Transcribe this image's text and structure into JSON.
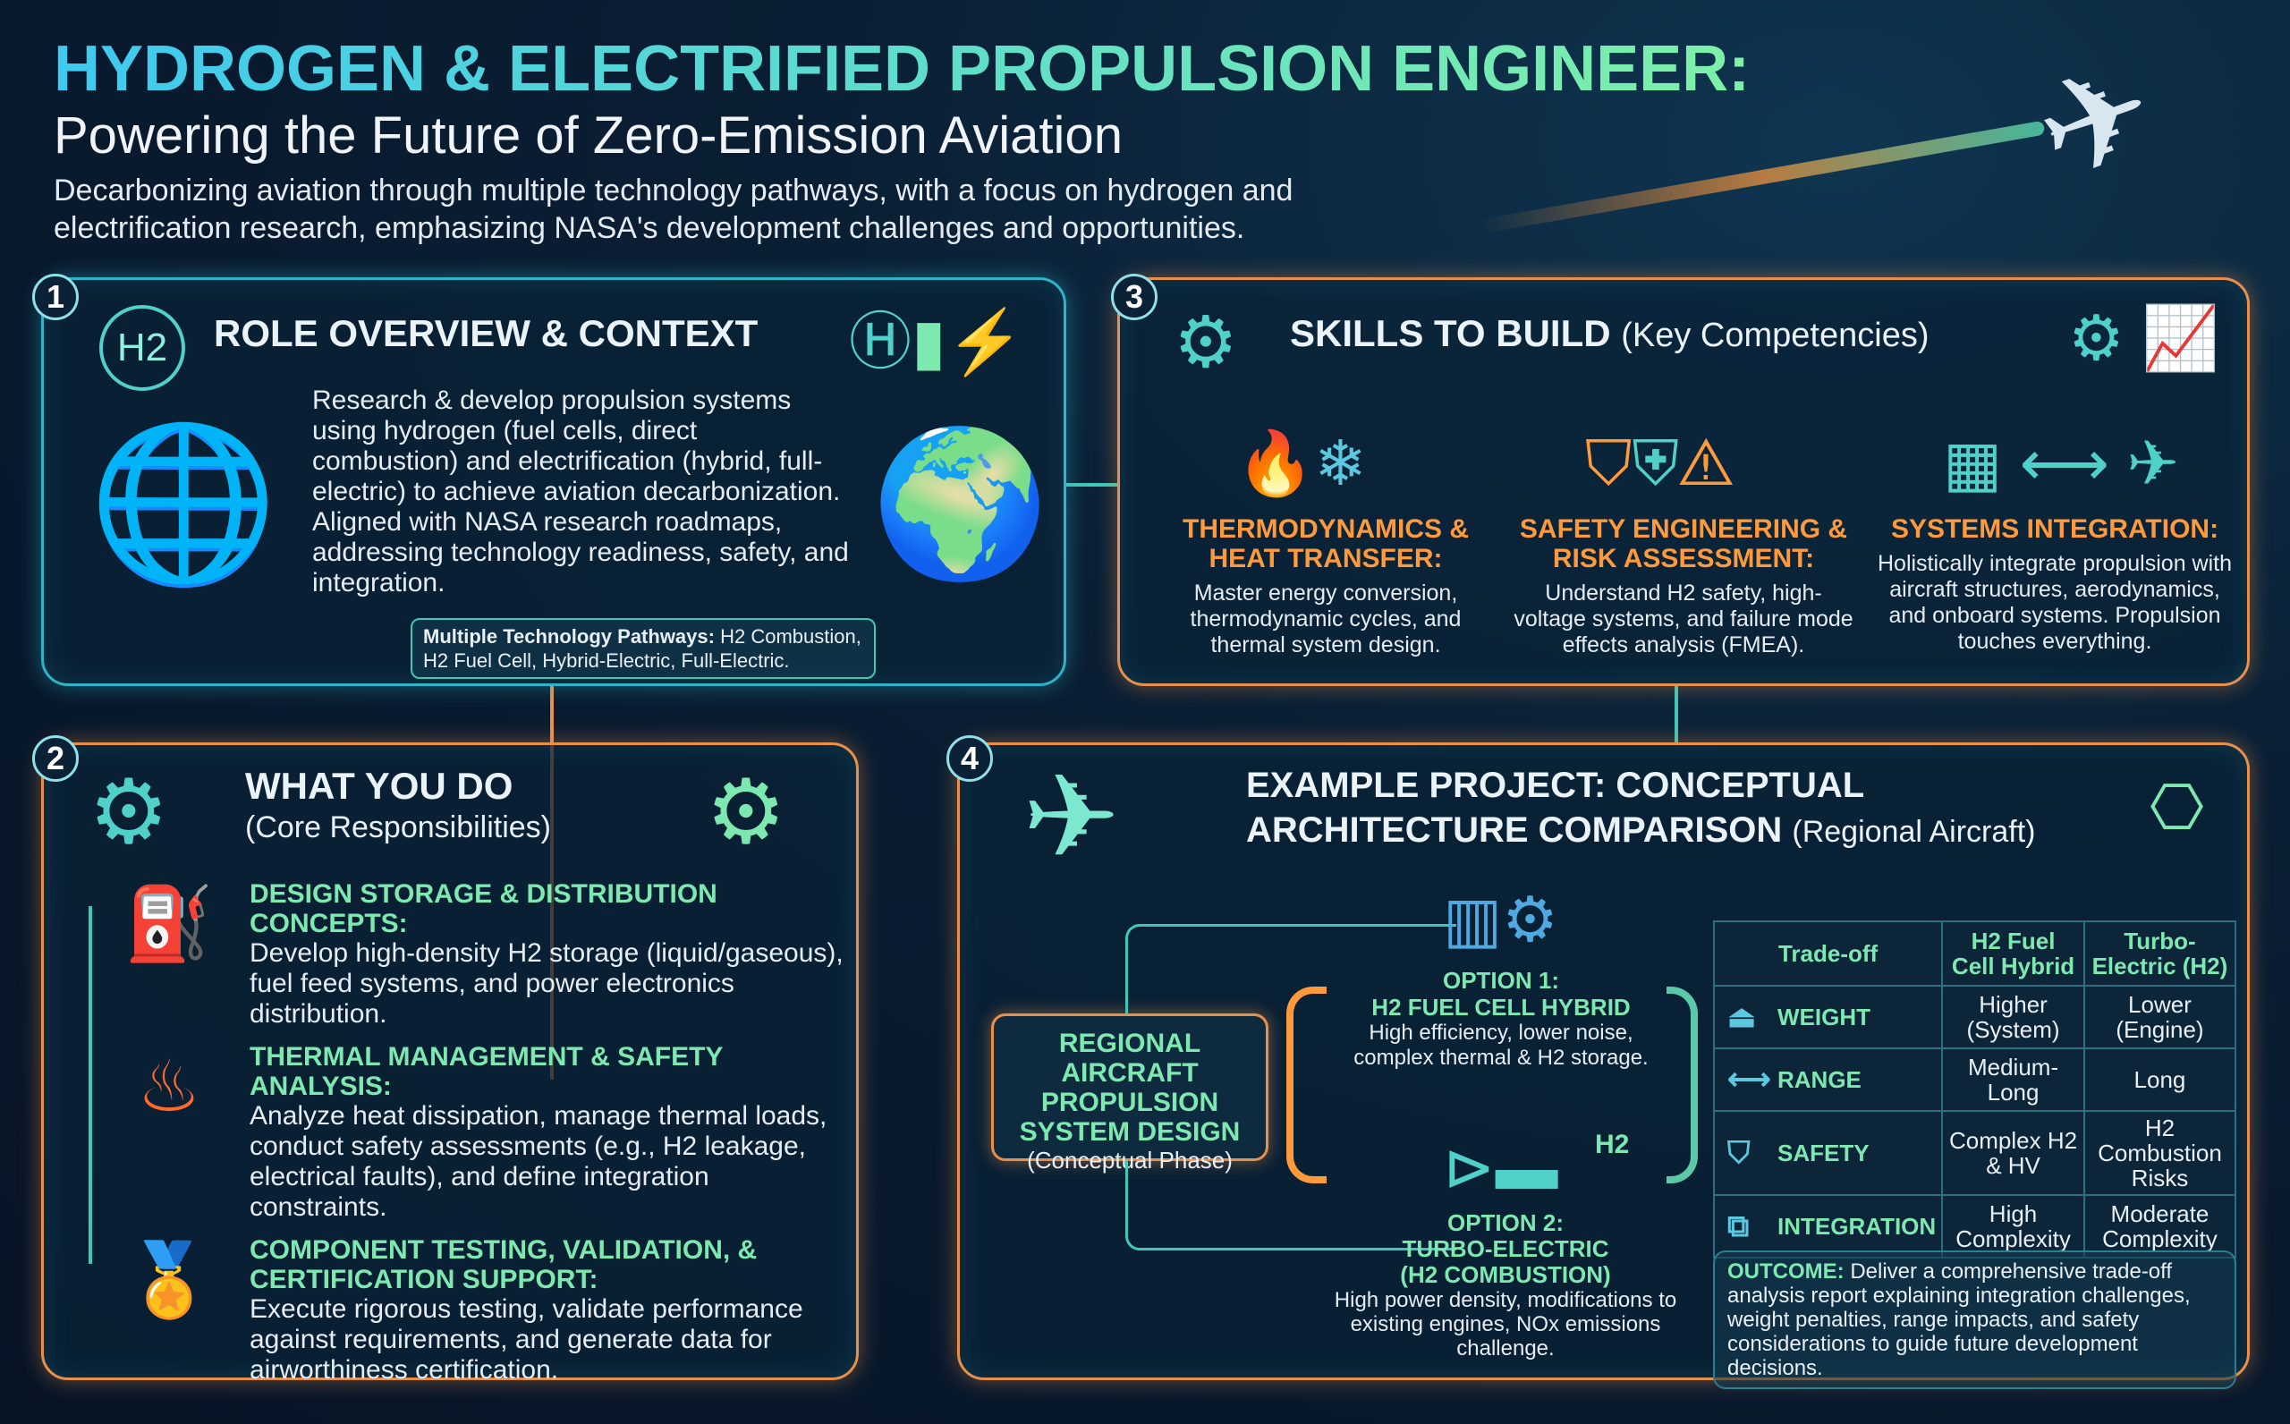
{
  "header": {
    "title": "HYDROGEN & ELECTRIFIED PROPULSION ENGINEER:",
    "subtitle": "Powering the Future of Zero-Emission Aviation",
    "description": "Decarbonizing aviation through multiple technology pathways, with a focus on hydrogen and electrification research, emphasizing NASA's development challenges and opportunities."
  },
  "panel1": {
    "number": "1",
    "title": "ROLE OVERVIEW & CONTEXT",
    "icon_h2": "H2",
    "body": "Research & develop propulsion systems using hydrogen (fuel cells, direct combustion) and electrification (hybrid, full-electric) to achieve aviation decarbonization. Aligned with NASA research roadmaps, addressing technology readiness, safety, and integration.",
    "pathways_label": "Multiple Technology Pathways:",
    "pathways_text": " H2 Combustion, H2 Fuel Cell, Hybrid-Electric, Full-Electric."
  },
  "panel2": {
    "number": "2",
    "title": "WHAT YOU DO",
    "subtitle": "(Core Responsibilities)",
    "items": [
      {
        "heading": "DESIGN STORAGE & DISTRIBUTION CONCEPTS:",
        "text": "Develop high-density H2 storage (liquid/gaseous), fuel feed systems, and power electronics distribution."
      },
      {
        "heading": "THERMAL MANAGEMENT & SAFETY ANALYSIS:",
        "text": "Analyze heat dissipation, manage thermal loads, conduct safety assessments (e.g., H2 leakage, electrical faults), and define integration constraints."
      },
      {
        "heading": "COMPONENT TESTING, VALIDATION, & CERTIFICATION SUPPORT:",
        "text": "Execute rigorous testing, validate performance against requirements, and generate data for airworthiness certification."
      }
    ]
  },
  "panel3": {
    "number": "3",
    "title": "SKILLS TO BUILD",
    "title_suffix": "(Key Competencies)",
    "skills": [
      {
        "heading": "THERMODYNAMICS & HEAT TRANSFER:",
        "text": "Master energy conversion, thermodynamic cycles, and thermal system design."
      },
      {
        "heading": "SAFETY ENGINEERING & RISK ASSESSMENT:",
        "text": "Understand H2 safety, high-voltage systems, and failure mode effects analysis (FMEA)."
      },
      {
        "heading": "SYSTEMS INTEGRATION:",
        "text": "Holistically integrate propulsion with aircraft structures, aerodynamics, and onboard systems. Propulsion touches everything."
      }
    ]
  },
  "panel4": {
    "number": "4",
    "title_line1": "EXAMPLE PROJECT: CONCEPTUAL",
    "title_line2": "ARCHITECTURE COMPARISON",
    "title_suffix": "(Regional Aircraft)",
    "center_box": {
      "title": "REGIONAL AIRCRAFT PROPULSION SYSTEM DESIGN",
      "subtitle": "(Conceptual Phase)"
    },
    "option1": {
      "title1": "OPTION 1:",
      "title2": "H2 FUEL CELL HYBRID",
      "text": "High efficiency, lower noise, complex thermal & H2 storage."
    },
    "option2": {
      "h2": "H2",
      "title1": "OPTION 2:",
      "title2": "TURBO-ELECTRIC",
      "title3": "(H2 COMBUSTION)",
      "text": "High power density, modifications to existing engines, NOx emissions challenge."
    },
    "table": {
      "headers": [
        "Trade-off",
        "H2 Fuel Cell Hybrid",
        "Turbo-Electric (H2)"
      ],
      "rows": [
        {
          "label": "WEIGHT",
          "icon": "weight-icon",
          "glyph": "⏏",
          "c1": "Higher (System)",
          "c2": "Lower (Engine)"
        },
        {
          "label": "RANGE",
          "icon": "double-arrow-icon",
          "glyph": "⟷",
          "c1": "Medium-Long",
          "c2": "Long"
        },
        {
          "label": "SAFETY",
          "icon": "shield-check-icon",
          "glyph": "⛉",
          "c1": "Complex H2 & HV",
          "c2": "H2 Combustion Risks"
        },
        {
          "label": "INTEGRATION",
          "icon": "puzzle-icon",
          "glyph": "⧉",
          "c1": "High Complexity",
          "c2": "Moderate Complexity"
        }
      ]
    },
    "outcome_label": "OUTCOME:",
    "outcome_text": " Deliver a comprehensive trade-off analysis report explaining integration challenges, weight penalties, range impacts, and safety considerations to guide future development decisions."
  },
  "colors": {
    "accent_teal": "#2fb3c8",
    "accent_green": "#7de8b0",
    "accent_orange": "#ff9a3c",
    "background": "#0a1e33"
  }
}
